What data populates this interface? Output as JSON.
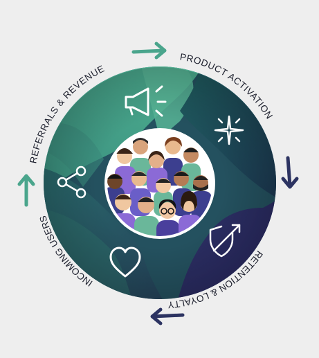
{
  "stages": [
    {
      "label": "PRODUCT ACTIVATION",
      "icon": "sparkle-icon"
    },
    {
      "label": "RETENTION & LOYALTY",
      "icon": "shield-arrow-icon"
    },
    {
      "label": "INCOMING USERS",
      "icon": "heart-icon"
    },
    {
      "label": "REFERRALS & REVENUE",
      "icon": "megaphone-icon"
    }
  ],
  "extra_icons": [
    "share-icon"
  ],
  "center": {
    "image": "group-of-people-illustration"
  },
  "arrows": {
    "top": {
      "color": "#4aa58c",
      "direction": "right"
    },
    "right": {
      "color": "#2c3361",
      "direction": "down"
    },
    "bottom": {
      "color": "#2c3361",
      "direction": "left"
    },
    "left": {
      "color": "#4aa58c",
      "direction": "up"
    }
  },
  "colors": {
    "ring_green": "#3f9f87",
    "ring_teal": "#1e5a5e",
    "ring_navy": "#232c55",
    "ring_indigo": "#2f2f6a",
    "label": "#1a1d2b",
    "background": "#eeeeee"
  }
}
